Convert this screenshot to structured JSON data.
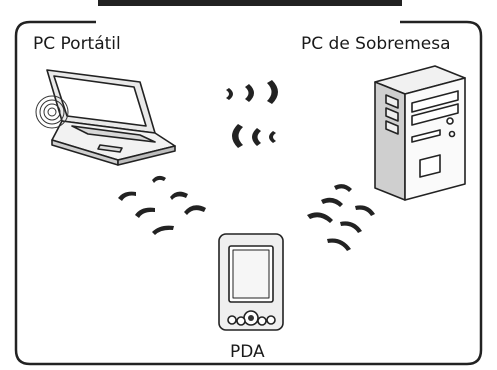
{
  "devices": {
    "laptop": {
      "label": "PC Portátil"
    },
    "desktop": {
      "label": "PC de Sobremesa"
    },
    "pda": {
      "label": "PDA"
    }
  },
  "icons": [
    "laptop-icon",
    "desktop-tower-icon",
    "pda-icon",
    "wireless-signal-icon"
  ]
}
